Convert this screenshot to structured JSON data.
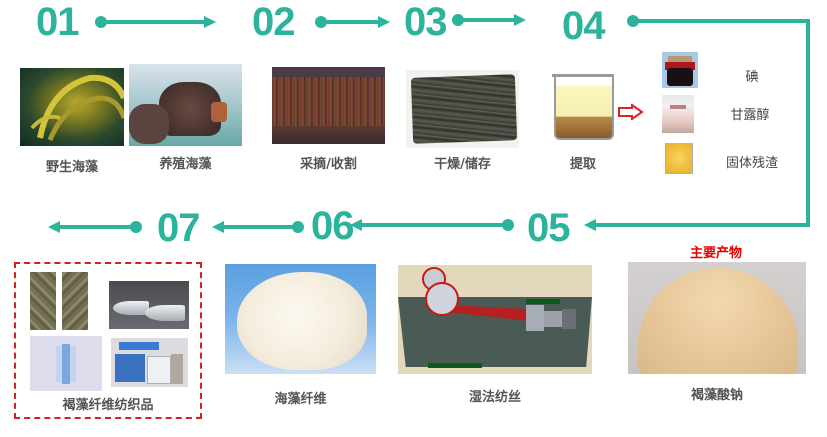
{
  "colors": {
    "accent": "#2bb39c",
    "label_text": "#555555",
    "highlight_red": "#e60000",
    "dashed_border": "#d42020"
  },
  "steps": [
    {
      "number": "01",
      "items": [
        {
          "label": "野生海藻",
          "image": "wild-kelp-photo"
        },
        {
          "label": "养殖海藻",
          "image": "farmed-seaweed-boat-photo"
        }
      ]
    },
    {
      "number": "02",
      "items": [
        {
          "label": "采摘/收割",
          "image": "hanging-kelp-harvest-photo"
        }
      ]
    },
    {
      "number": "03",
      "items": [
        {
          "label": "干燥/储存",
          "image": "dried-seaweed-photo"
        }
      ]
    },
    {
      "number": "04",
      "items": [
        {
          "label": "提取",
          "image": "beaker-extraction-illustration"
        }
      ],
      "outputs": [
        {
          "label": "碘",
          "image": "iodine-bottle-photo"
        },
        {
          "label": "甘露醇",
          "image": "mannitol-jar-photo"
        },
        {
          "label": "固体残渣",
          "image": "solid-residue-beaker-photo"
        }
      ]
    },
    {
      "number": "05",
      "tag": "主要产物",
      "items": [
        {
          "label": "褐藻酸钠",
          "image": "sodium-alginate-powder-photo"
        }
      ]
    },
    {
      "number": "06",
      "items": [
        {
          "label": "湿法纺丝",
          "image": "wet-spinning-diagram"
        }
      ]
    },
    {
      "number": "07",
      "items": [
        {
          "label": "海藻纤维",
          "image": "alginate-fiber-photo"
        }
      ]
    },
    {
      "number": "",
      "items": [
        {
          "label": "褐藻纤维纺织品",
          "images": [
            "camouflage-uniform-photo",
            "high-speed-train-photo",
            "wound-dressing-photo",
            "medical-kit-photo"
          ]
        }
      ]
    }
  ]
}
